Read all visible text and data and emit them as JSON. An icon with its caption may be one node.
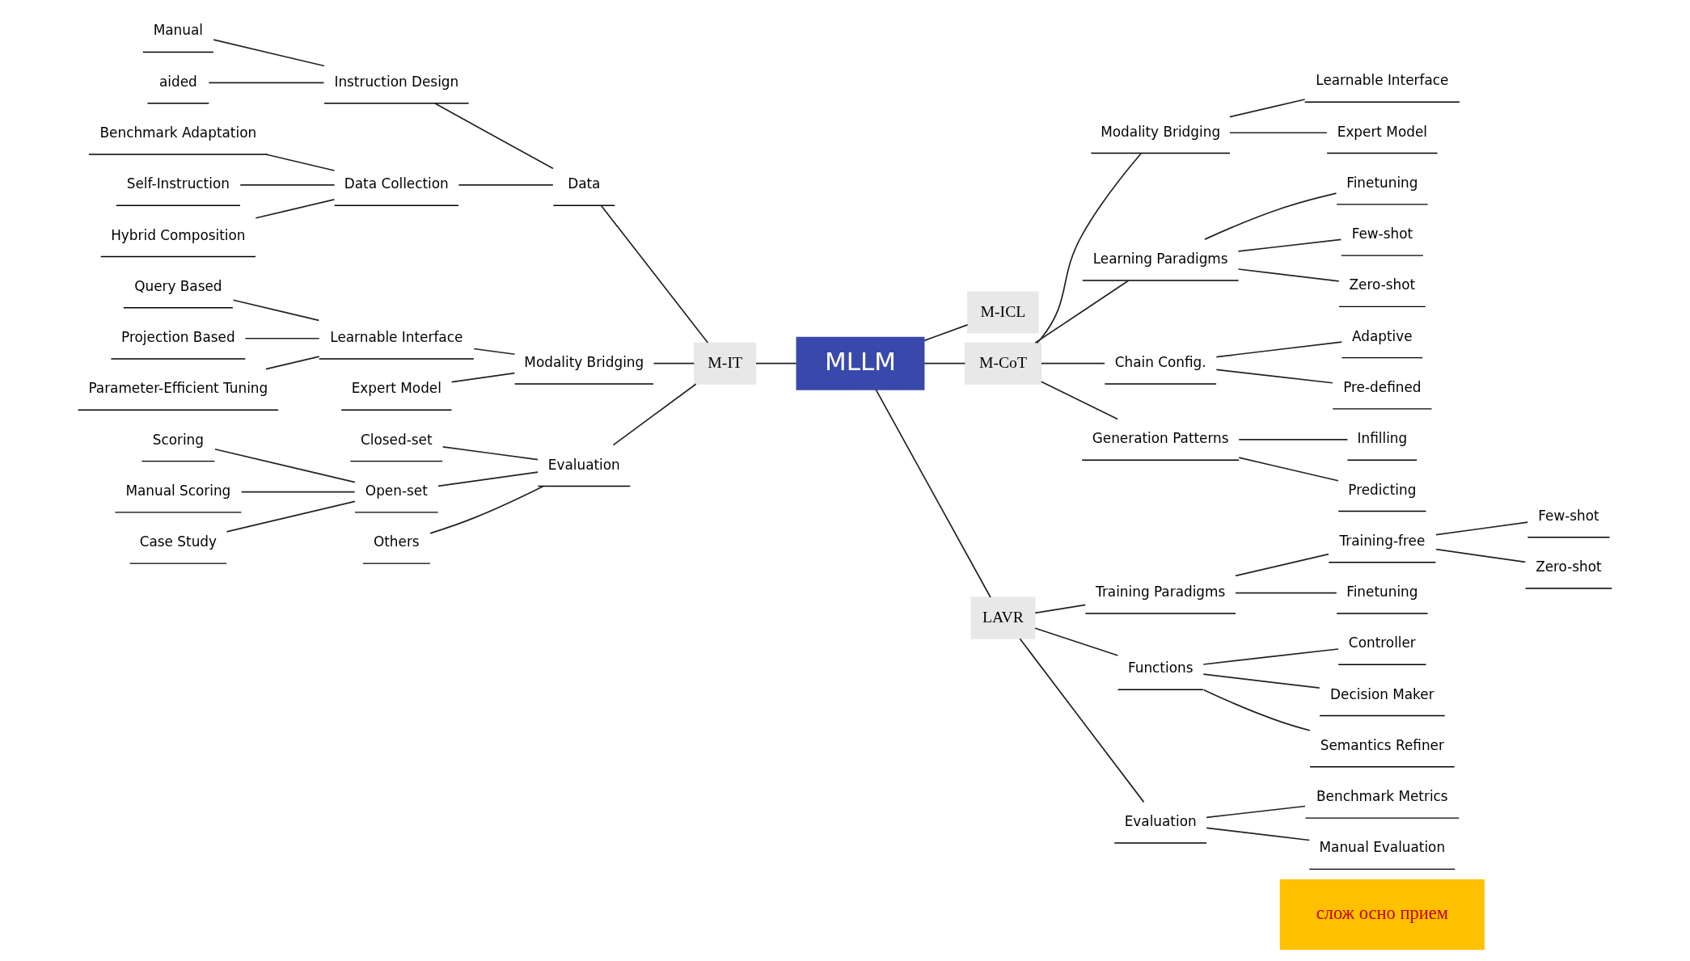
{
  "diagram": {
    "nodes": [
      {
        "text": [
          "MLLM"
        ]
      },
      {
        "text": [
          "M-ICL"
        ]
      },
      {
        "text": [
          "M-CoT"
        ]
      },
      {
        "text": [
          "Modality Bridging"
        ]
      },
      {
        "text": [
          "Learnable Interface"
        ]
      },
      {
        "text": [
          "Expert Model"
        ]
      },
      {
        "text": [
          "Learning Paradigms"
        ]
      },
      {
        "text": [
          "Finetuning"
        ]
      },
      {
        "text": [
          "Few-shot"
        ]
      },
      {
        "text": [
          "Zero-shot"
        ]
      },
      {
        "text": [
          "Chain Config."
        ]
      },
      {
        "text": [
          "Adaptive"
        ]
      },
      {
        "text": [
          "Pre-defined"
        ]
      },
      {
        "text": [
          "Generation Patterns"
        ]
      },
      {
        "text": [
          "Infilling"
        ]
      },
      {
        "text": [
          "Predicting"
        ]
      },
      {
        "text": [
          "LAVR"
        ]
      },
      {
        "text": [
          "Training Paradigms"
        ]
      },
      {
        "text": [
          "Training-free"
        ]
      },
      {
        "text": [
          "Few-shot"
        ]
      },
      {
        "text": [
          "Zero-shot"
        ]
      },
      {
        "text": [
          "Finetuning"
        ]
      },
      {
        "text": [
          "Functions"
        ]
      },
      {
        "text": [
          "Controller"
        ]
      },
      {
        "text": [
          "Decision Maker"
        ]
      },
      {
        "text": [
          "Semantics Refiner"
        ]
      },
      {
        "text": [
          "Evaluation"
        ]
      },
      {
        "text": [
          "Benchmark Metrics"
        ]
      },
      {
        "text": [
          "Manual Evaluation"
        ]
      },
      {
        "text": [
          "M-IT"
        ]
      },
      {
        "text": [
          "Data"
        ]
      },
      {
        "text": [
          "Instruction Design"
        ]
      },
      {
        "text": [
          "Manual"
        ]
      },
      {
        "text": [
          "aided"
        ]
      },
      {
        "text": [
          "Data Collection"
        ]
      },
      {
        "text": [
          "Benchmark Adaptation"
        ]
      },
      {
        "text": [
          "Self-Instruction"
        ]
      },
      {
        "text": [
          "Hybrid Composition"
        ]
      },
      {
        "text": [
          "Modality Bridging"
        ]
      },
      {
        "text": [
          "Learnable Interface"
        ]
      },
      {
        "text": [
          "Query Based"
        ]
      },
      {
        "text": [
          "Projection Based"
        ]
      },
      {
        "text": [
          "Parameter-Efficient Tuning"
        ]
      },
      {
        "text": [
          "Expert Model"
        ]
      },
      {
        "text": [
          "Evaluation"
        ]
      },
      {
        "text": [
          "Closed-set"
        ]
      },
      {
        "text": [
          "Open-set"
        ]
      },
      {
        "text": [
          "Scoring"
        ]
      },
      {
        "text": [
          "Manual Scoring"
        ]
      },
      {
        "text": [
          "Case Study"
        ]
      },
      {
        "text": [
          "Others"
        ]
      }
    ],
    "edges": [
      {
        "from": 0,
        "to": 1,
        "arrow": "none"
      },
      {
        "from": 0,
        "to": 2,
        "arrow": "none"
      },
      {
        "from": 2,
        "to": 3,
        "arrow": "none"
      },
      {
        "from": 3,
        "to": 4,
        "arrow": "none"
      },
      {
        "from": 3,
        "to": 5,
        "arrow": "none"
      },
      {
        "from": 2,
        "to": 6,
        "arrow": "none"
      },
      {
        "from": 6,
        "to": 7,
        "arrow": "none"
      },
      {
        "from": 6,
        "to": 8,
        "arrow": "none"
      },
      {
        "from": 6,
        "to": 9,
        "arrow": "none"
      },
      {
        "from": 2,
        "to": 10,
        "arrow": "none"
      },
      {
        "from": 10,
        "to": 11,
        "arrow": "none"
      },
      {
        "from": 10,
        "to": 12,
        "arrow": "none"
      },
      {
        "from": 2,
        "to": 13,
        "arrow": "none"
      },
      {
        "from": 13,
        "to": 14,
        "arrow": "none"
      },
      {
        "from": 13,
        "to": 15,
        "arrow": "none"
      },
      {
        "from": 0,
        "to": 16,
        "arrow": "none"
      },
      {
        "from": 16,
        "to": 17,
        "arrow": "none"
      },
      {
        "from": 17,
        "to": 18,
        "arrow": "none"
      },
      {
        "from": 18,
        "to": 19,
        "arrow": "none"
      },
      {
        "from": 18,
        "to": 20,
        "arrow": "none"
      },
      {
        "from": 17,
        "to": 21,
        "arrow": "none"
      },
      {
        "from": 16,
        "to": 22,
        "arrow": "none"
      },
      {
        "from": 22,
        "to": 23,
        "arrow": "none"
      },
      {
        "from": 22,
        "to": 24,
        "arrow": "none"
      },
      {
        "from": 22,
        "to": 25,
        "arrow": "none"
      },
      {
        "from": 16,
        "to": 26,
        "arrow": "none"
      },
      {
        "from": 26,
        "to": 27,
        "arrow": "none"
      },
      {
        "from": 26,
        "to": 28,
        "arrow": "none"
      },
      {
        "from": 0,
        "to": 29,
        "arrow": "none"
      },
      {
        "from": 29,
        "to": 30,
        "arrow": "none"
      },
      {
        "from": 30,
        "to": 31,
        "arrow": "none"
      },
      {
        "from": 31,
        "to": 32,
        "arrow": "none"
      },
      {
        "from": 31,
        "to": 33,
        "arrow": "none"
      },
      {
        "from": 30,
        "to": 34,
        "arrow": "none"
      },
      {
        "from": 34,
        "to": 35,
        "arrow": "none"
      },
      {
        "from": 34,
        "to": 36,
        "arrow": "none"
      },
      {
        "from": 34,
        "to": 37,
        "arrow": "none"
      },
      {
        "from": 29,
        "to": 38,
        "arrow": "none"
      },
      {
        "from": 38,
        "to": 39,
        "arrow": "none"
      },
      {
        "from": 39,
        "to": 40,
        "arrow": "none"
      },
      {
        "from": 39,
        "to": 41,
        "arrow": "none"
      },
      {
        "from": 39,
        "to": 42,
        "arrow": "none"
      },
      {
        "from": 38,
        "to": 43,
        "arrow": "none"
      },
      {
        "from": 29,
        "to": 44,
        "arrow": "none"
      },
      {
        "from": 44,
        "to": 45,
        "arrow": "none"
      },
      {
        "from": 44,
        "to": 46,
        "arrow": "none"
      },
      {
        "from": 46,
        "to": 47,
        "arrow": "none"
      },
      {
        "from": 46,
        "to": 48,
        "arrow": "none"
      },
      {
        "from": 46,
        "to": 49,
        "arrow": "none"
      },
      {
        "from": 44,
        "to": 50,
        "arrow": "none"
      }
    ],
    "labels": [
      "слож осно прием"
    ]
  }
}
